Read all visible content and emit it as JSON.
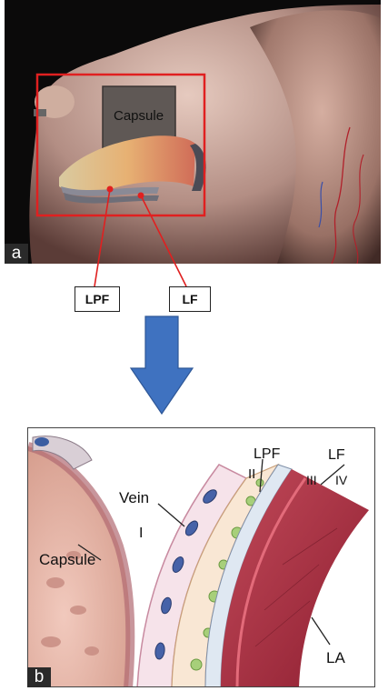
{
  "panel_a": {
    "letter": "a",
    "capsule_label": "Capsule",
    "callouts": [
      {
        "label": "LPF"
      },
      {
        "label": "LF"
      }
    ]
  },
  "panel_b": {
    "letter": "b",
    "labels": {
      "vein": "Vein",
      "capsule": "Capsule",
      "layer_1": "I",
      "layer_2": "II",
      "layer_3": "III",
      "layer_4": "IV",
      "lpf": "LPF",
      "lf": "LF",
      "la": "LA"
    }
  },
  "colors": {
    "highlight_box": "#e02020",
    "arrow_blue": "#3f72c0",
    "capsule_tissue": "#e9b7a9",
    "muscle_red": "#a3283a"
  }
}
